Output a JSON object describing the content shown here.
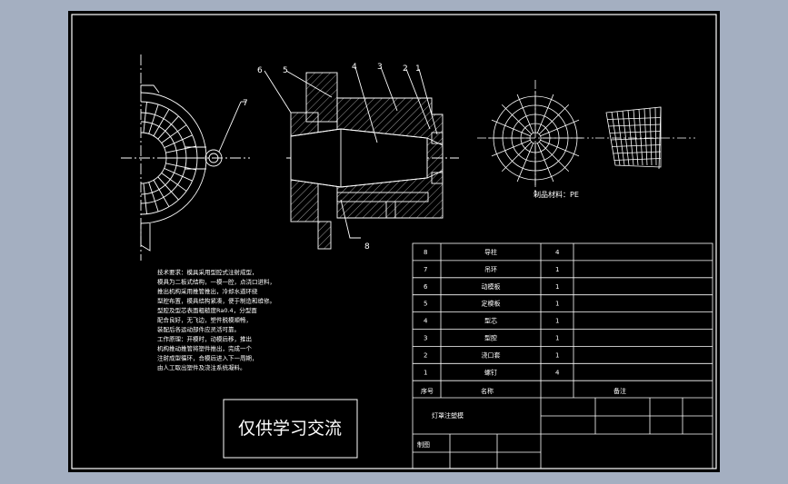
{
  "drawing": {
    "callouts": [
      "1",
      "2",
      "3",
      "4",
      "5",
      "6",
      "7",
      "8"
    ],
    "material_note": "制品材料：PE",
    "tech_notes": [
      "技术要求：模具采用型腔式注射成型，",
      "模具为二板式结构，一模一腔，点浇口进料，",
      "推出机构采用推管推出，冷却水道环绕",
      "型腔布置，模具结构紧凑，便于制造和维修。",
      "型腔及型芯表面粗糙度Ra0.4，分型面",
      "配合良好，无飞边，塑件脱模顺畅，",
      "装配后各运动部件应灵活可靠。",
      "工作原理：开模时，动模后移，推出",
      "机构推动推管将塑件推出，完成一个",
      "注射成型循环，合模后进入下一周期，",
      "由人工取出塑件及浇注系统凝料。"
    ],
    "watermark": "仅供学习交流"
  },
  "bom": {
    "rows": [
      {
        "no": "8",
        "name": "导柱",
        "qty": "4"
      },
      {
        "no": "7",
        "name": "吊环",
        "qty": "1"
      },
      {
        "no": "6",
        "name": "动模板",
        "qty": "1"
      },
      {
        "no": "5",
        "name": "定模板",
        "qty": "1"
      },
      {
        "no": "4",
        "name": "型芯",
        "qty": "1"
      },
      {
        "no": "3",
        "name": "型腔",
        "qty": "1"
      },
      {
        "no": "2",
        "name": "浇口套",
        "qty": "1"
      },
      {
        "no": "1",
        "name": "螺钉",
        "qty": "4"
      }
    ],
    "header": {
      "no": "序号",
      "name": "名称",
      "remark": "备注"
    },
    "title": "灯罩注塑模",
    "drawn_label": "制图"
  }
}
